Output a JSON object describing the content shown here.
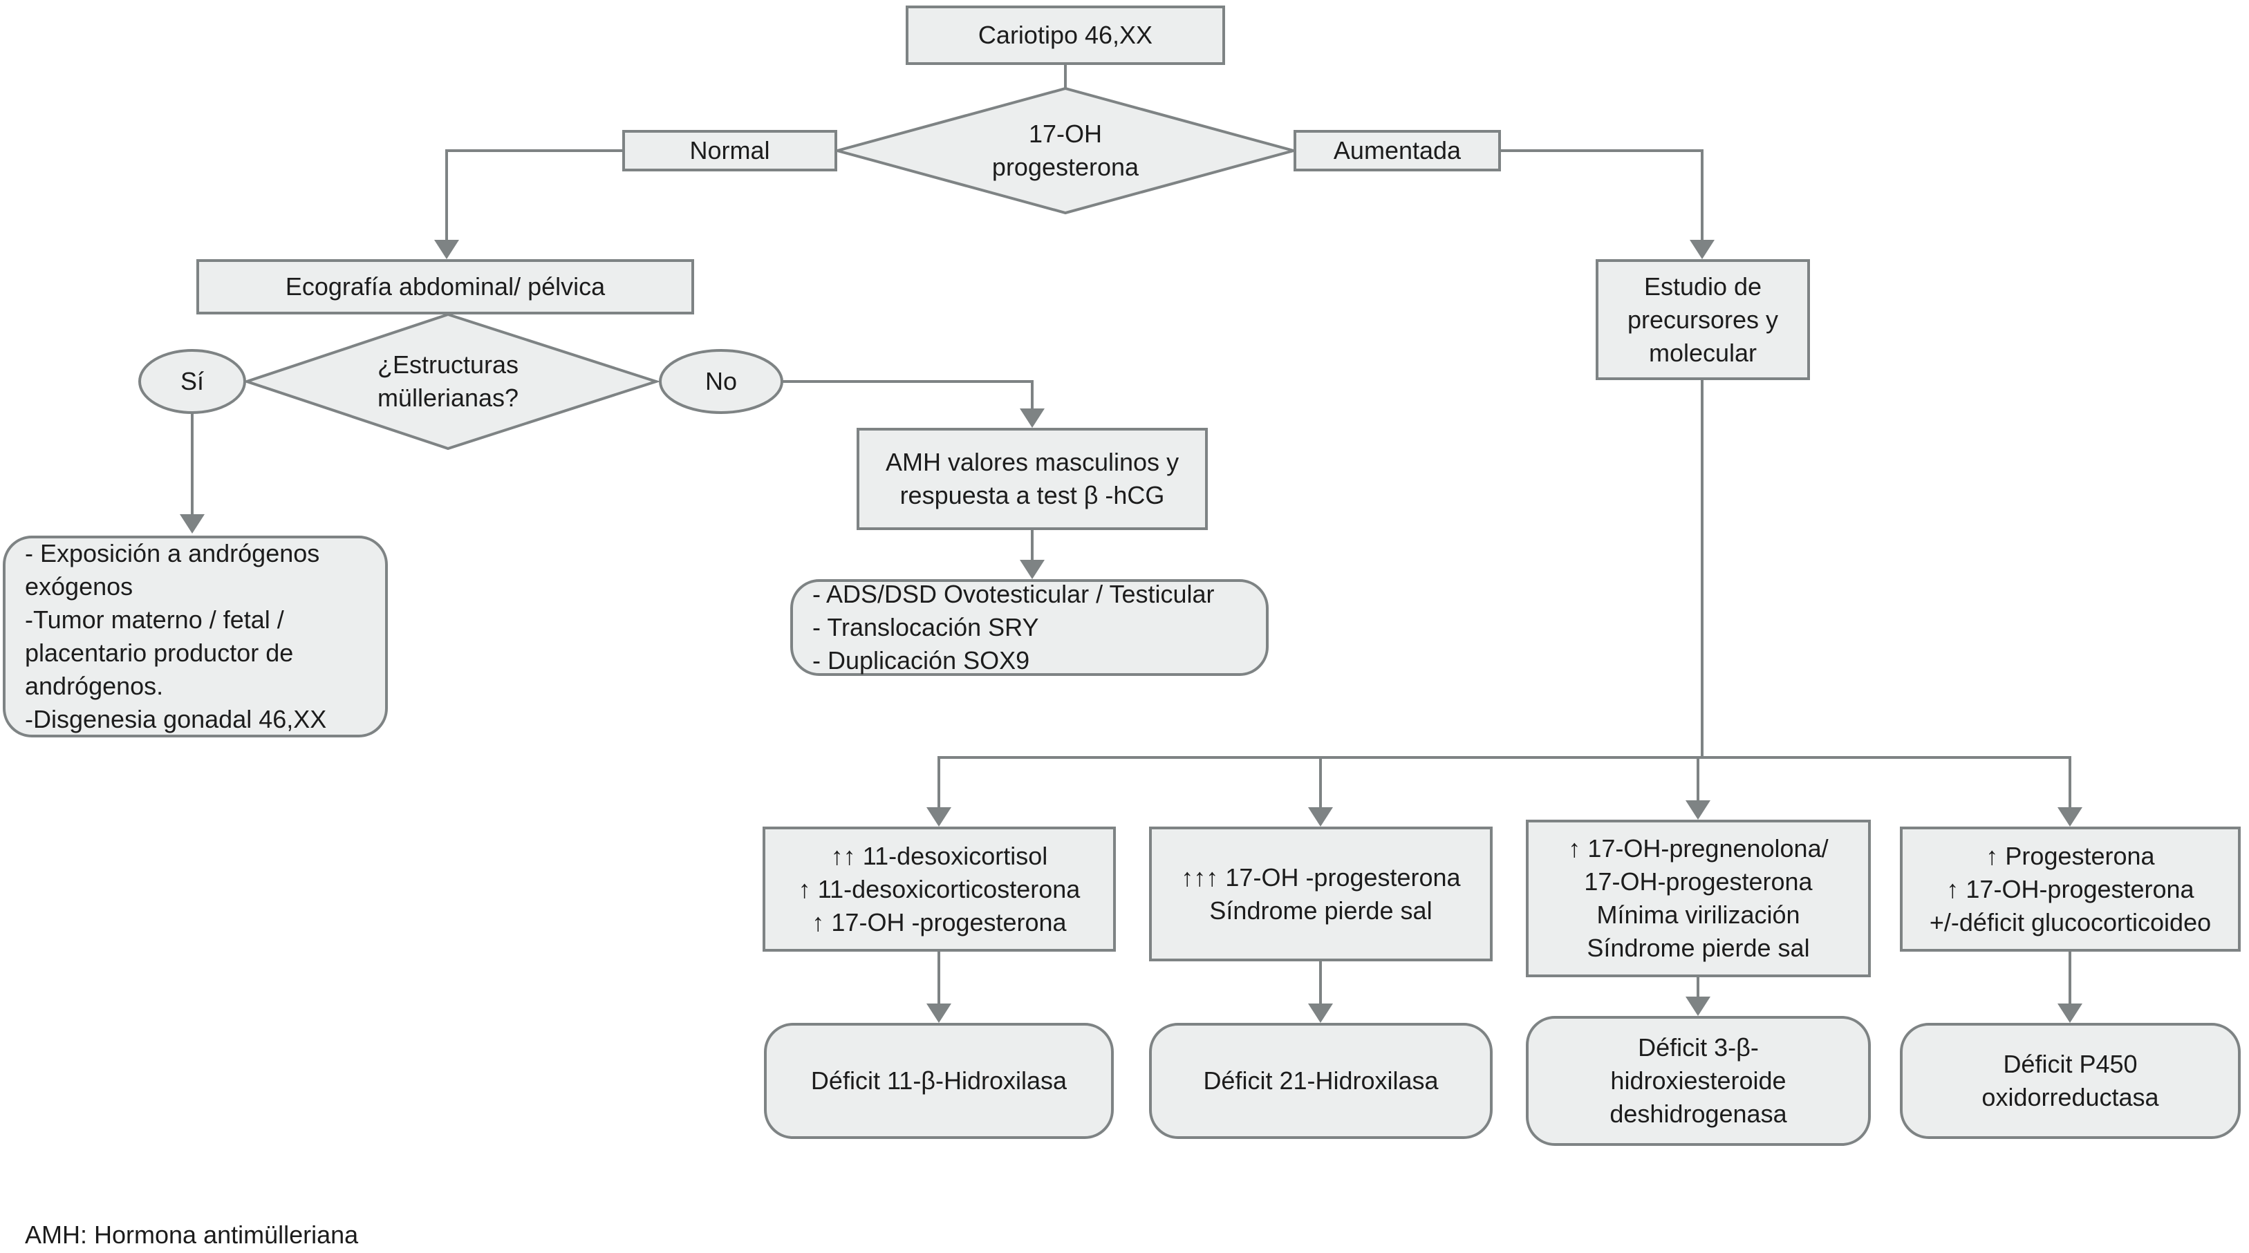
{
  "nodes": {
    "karyotype": {
      "label": "Cariotipo 46,XX"
    },
    "decision_17ohp": {
      "lines": [
        "17-OH",
        "progesterona"
      ]
    },
    "branch_normal": {
      "label": "Normal"
    },
    "branch_aumentada": {
      "label": "Aumentada"
    },
    "ecografia": {
      "label": "Ecografía abdominal/ pélvica"
    },
    "decision_mullerianas": {
      "lines": [
        "¿Estructuras",
        "müllerianas?"
      ]
    },
    "answer_si": {
      "label": "Sí"
    },
    "answer_no": {
      "label": "No"
    },
    "exposicion": {
      "lines": [
        "- Exposición a andrógenos",
        "exógenos",
        "-Tumor materno / fetal /",
        "placentario productor de",
        "andrógenos.",
        "-Disgenesia gonadal 46,XX"
      ]
    },
    "amh_test": {
      "lines": [
        "AMH valores masculinos y",
        "respuesta a test β -hCG"
      ]
    },
    "ads_dsd": {
      "lines": [
        "- ADS/DSD Ovotesticular / Testicular",
        "- Translocación SRY",
        "- Duplicación SOX9"
      ]
    },
    "estudio": {
      "lines": [
        "Estudio de",
        "precursores y",
        "molecular"
      ]
    },
    "cond_11b": {
      "lines": [
        "↑↑ 11-desoxicortisol",
        "↑ 11-desoxicorticosterona",
        "↑ 17-OH -progesterona"
      ]
    },
    "cond_21": {
      "lines": [
        "↑↑↑ 17-OH -progesterona",
        "Síndrome pierde sal"
      ]
    },
    "cond_3b": {
      "lines": [
        "↑ 17-OH-pregnenolona/",
        "17-OH-progesterona",
        "Mínima virilización",
        "Síndrome pierde sal"
      ]
    },
    "cond_por": {
      "lines": [
        "↑ Progesterona",
        "↑ 17-OH-progesterona",
        "+/-déficit glucocorticoideo"
      ]
    },
    "deficit_11b": {
      "label": "Déficit 11-β-Hidroxilasa"
    },
    "deficit_21": {
      "label": "Déficit 21-Hidroxilasa"
    },
    "deficit_3b": {
      "lines": [
        "Déficit 3-β-",
        "hidroxiesteroide",
        "deshidrogenasa"
      ]
    },
    "deficit_por": {
      "lines": [
        "Déficit P450",
        "oxidorreductasa"
      ]
    }
  },
  "footnote": "AMH: Hormona antimülleriana",
  "colors": {
    "fill": "#ECEEEE",
    "line": "#7E8384",
    "text": "#1C1C1C",
    "bg": "#FFFFFF"
  }
}
